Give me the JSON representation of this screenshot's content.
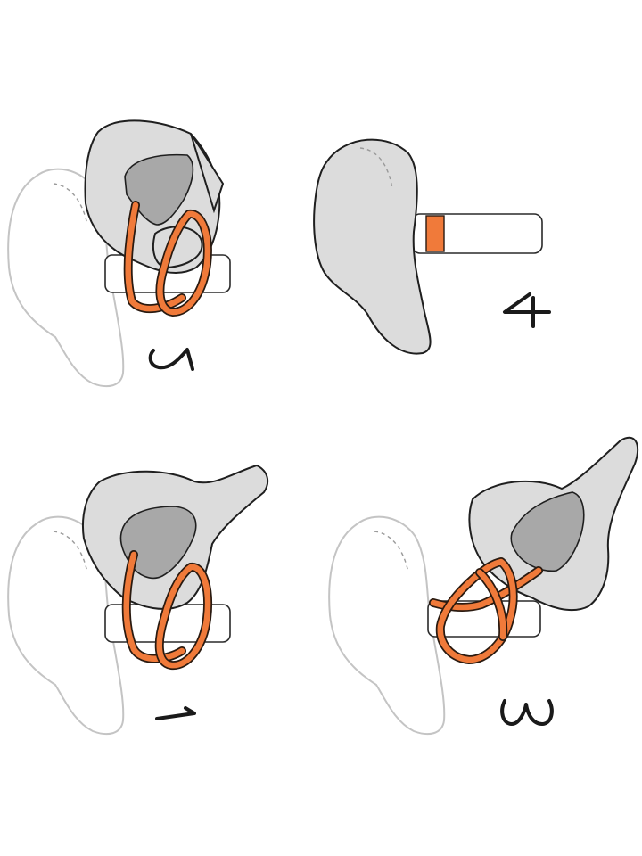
{
  "steps": [
    {
      "number": "1"
    },
    {
      "number": "2"
    },
    {
      "number": "3"
    },
    {
      "number": "4"
    }
  ],
  "colors": {
    "band": "#f07a3a",
    "hand": "#dcdcdc",
    "thumb": "#a8a8a8",
    "outline_hand": "#c4c4c4"
  }
}
